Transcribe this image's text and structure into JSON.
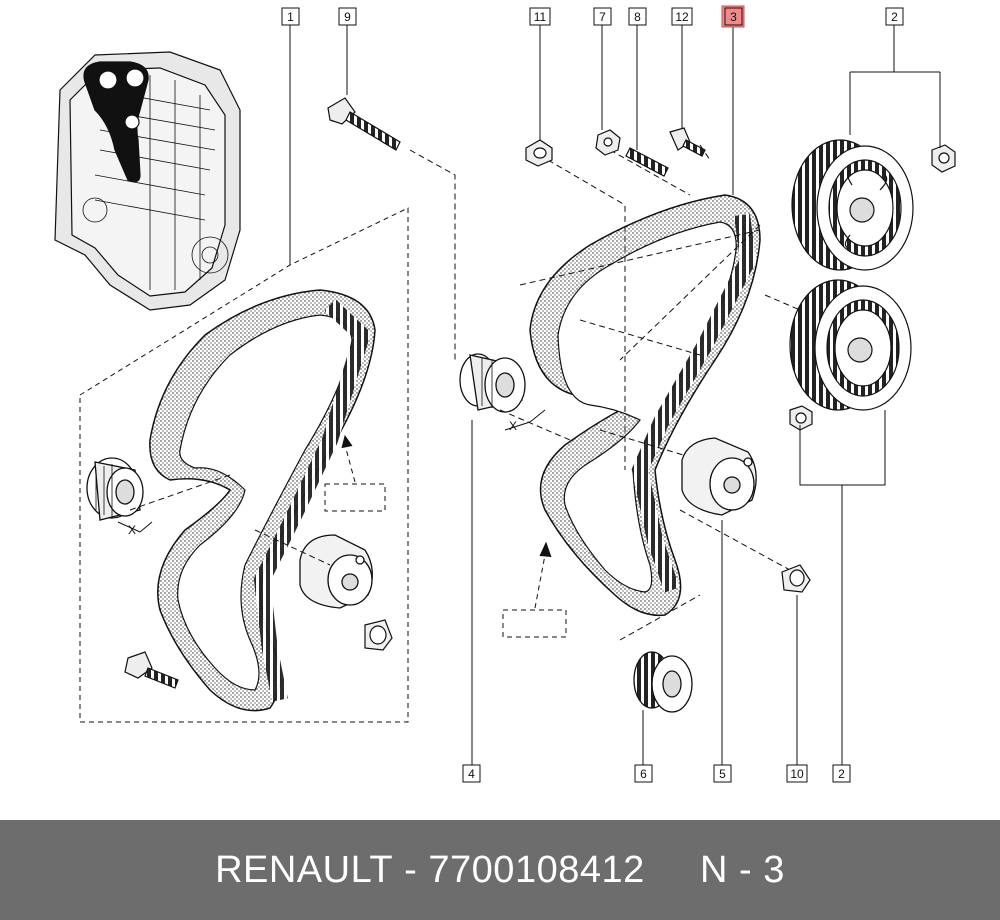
{
  "callouts": [
    {
      "id": "c1",
      "label": "1",
      "highlighted": false
    },
    {
      "id": "c9",
      "label": "9",
      "highlighted": false
    },
    {
      "id": "c11",
      "label": "11",
      "highlighted": false
    },
    {
      "id": "c7",
      "label": "7",
      "highlighted": false
    },
    {
      "id": "c8",
      "label": "8",
      "highlighted": false
    },
    {
      "id": "c12",
      "label": "12",
      "highlighted": false
    },
    {
      "id": "c3",
      "label": "3",
      "highlighted": true
    },
    {
      "id": "c2top",
      "label": "2",
      "highlighted": false
    },
    {
      "id": "c4",
      "label": "4",
      "highlighted": false
    },
    {
      "id": "c6",
      "label": "6",
      "highlighted": false
    },
    {
      "id": "c5",
      "label": "5",
      "highlighted": false
    },
    {
      "id": "c10",
      "label": "10",
      "highlighted": false
    },
    {
      "id": "c2bot",
      "label": "2",
      "highlighted": false
    }
  ],
  "dimension_marks": {
    "left": "X",
    "right": "X"
  },
  "footer": {
    "brand": "RENAULT",
    "part_number": "7700108412",
    "ref": "N - 3"
  },
  "colors": {
    "highlight_fill": "#f08a8a",
    "footer_bg": "#6d6d6d",
    "line": "#111111"
  }
}
